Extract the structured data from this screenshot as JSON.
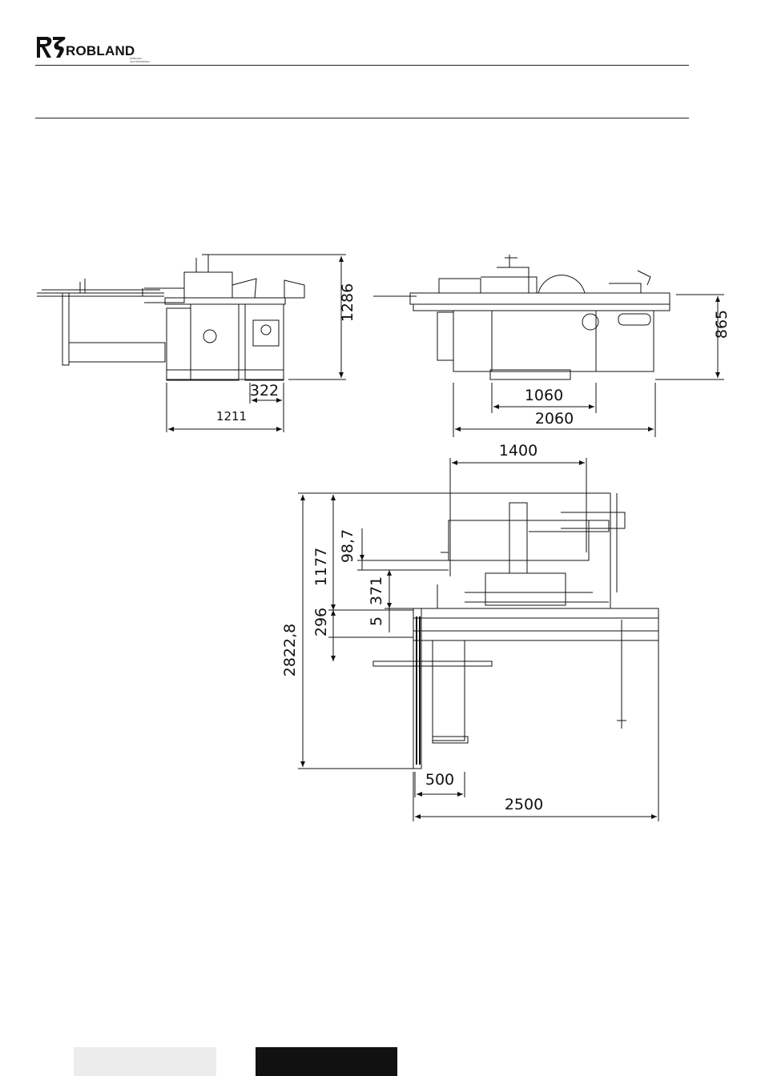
{
  "header": {
    "brand": "ROBLAND",
    "brand_tag": "ROBLAND WOODWORKING"
  },
  "drawing": {
    "dimensions": {
      "side_height": "1286",
      "side_width": "1211",
      "side_inner": "322",
      "front_height": "865",
      "front_inner": "1060",
      "front_width": "2060",
      "top_width_upper": "1400",
      "top_overall": "2822,8",
      "top_1177": "1177",
      "top_98_7": "98,7",
      "top_371": "371",
      "top_296": "296",
      "top_5": "5",
      "top_500": "500",
      "top_2500": "2500"
    }
  },
  "colors": {
    "line": "#111111",
    "footer_light": "#ececec",
    "footer_dark": "#111111"
  }
}
